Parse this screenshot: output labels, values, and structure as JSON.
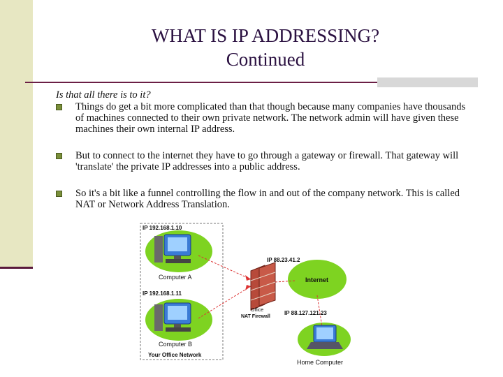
{
  "title": {
    "line1": "WHAT IS IP ADDRESSING?",
    "line2": "Continued"
  },
  "intro": "Is that all there is to it?",
  "bullets": [
    {
      "text": "Things do get a bit more complicated than that though because many companies have thousands of machines connected to their own private network. The network admin will have given these machines their own internal IP address."
    },
    {
      "text": "But to connect to the internet they have to go through a gateway or firewall. That gateway will 'translate' the private IP addresses into a public address."
    },
    {
      "text": "So it's a bit like a funnel controlling the flow in and out of the company network. This is called NAT or Network Address Translation."
    }
  ],
  "diagram": {
    "ip_a": "IP 192.168.1.10",
    "ip_b": "IP 192.168.1.11",
    "computer_a": "Computer A",
    "computer_b": "Computer B",
    "office_network": "Your Office Network",
    "fw_ip": "IP 88.23.41.2",
    "fw_label_1": "Office",
    "fw_label_2": "NAT Firewall",
    "internet": "Internet",
    "home_ip": "IP 88.127.121.23",
    "home_computer": "Home Computer"
  },
  "colors": {
    "bullet": "#7a8f3a",
    "title": "#2a1040",
    "accent_line": "#6b1f45",
    "left_band": "#e7e7c2",
    "node_green": "#7ed321"
  }
}
